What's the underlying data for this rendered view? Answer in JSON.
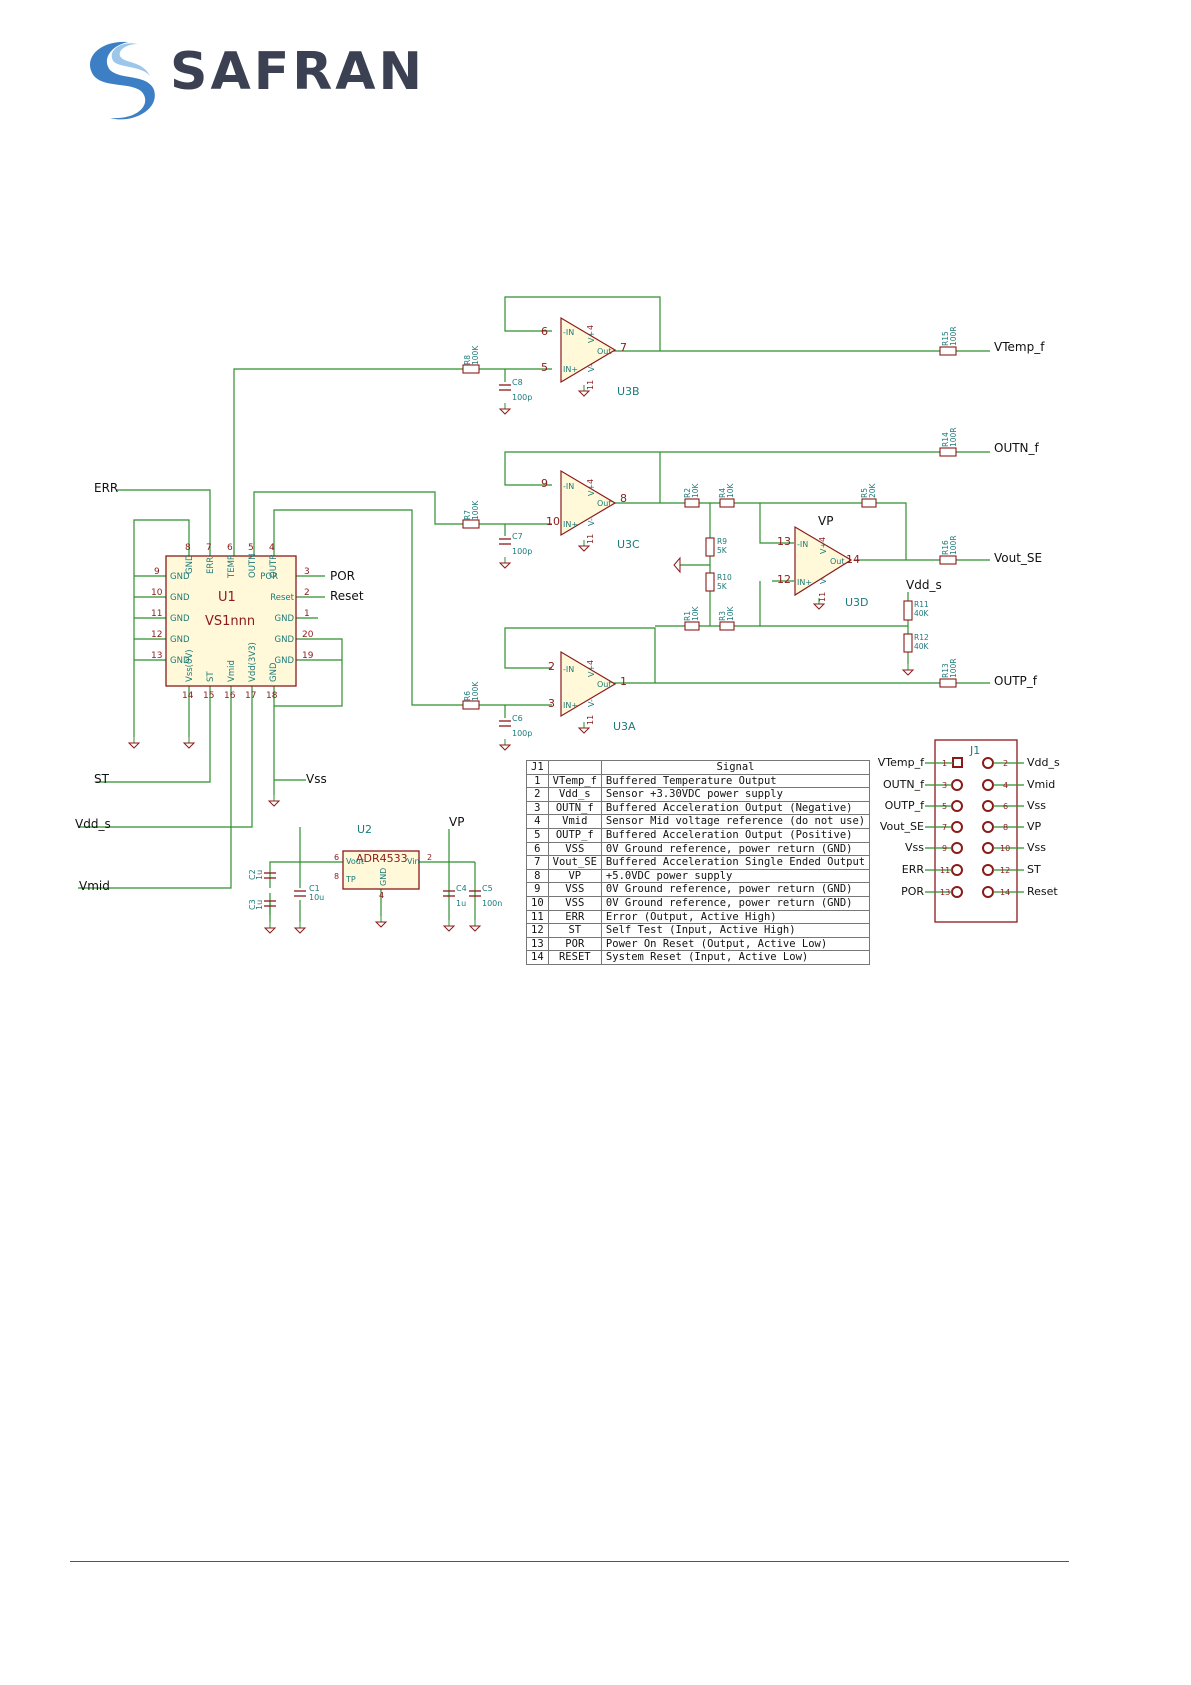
{
  "brand": {
    "name": "SAFRAN",
    "color": "#3b4152",
    "swoosh_color": "#3d7fc4"
  },
  "colors": {
    "wire": "#2f8f2f",
    "component": "#8b1a1a",
    "component_fill": "#fff9d9",
    "label_teal": "#1c7a7a",
    "text": "#111111"
  },
  "u1": {
    "ref": "U1",
    "value": "VS1nnn",
    "left_pins": [
      {
        "num": "9",
        "name": "GND"
      },
      {
        "num": "10",
        "name": "GND"
      },
      {
        "num": "11",
        "name": "GND"
      },
      {
        "num": "12",
        "name": "GND"
      },
      {
        "num": "13",
        "name": "GND"
      }
    ],
    "top_pins": [
      {
        "num": "8",
        "name": "GND"
      },
      {
        "num": "7",
        "name": "ERR"
      },
      {
        "num": "6",
        "name": "TEMP"
      },
      {
        "num": "5",
        "name": "OUTN"
      },
      {
        "num": "4",
        "name": "OUTP"
      }
    ],
    "right_pins": [
      {
        "num": "3",
        "name": "POR"
      },
      {
        "num": "2",
        "name": "Reset"
      },
      {
        "num": "1",
        "name": "GND"
      },
      {
        "num": "20",
        "name": "GND"
      },
      {
        "num": "19",
        "name": "GND"
      }
    ],
    "bottom_pins": [
      {
        "num": "14",
        "name": "Vss(0V)"
      },
      {
        "num": "15",
        "name": "ST"
      },
      {
        "num": "16",
        "name": "Vmid"
      },
      {
        "num": "17",
        "name": "Vdd(3V3)"
      },
      {
        "num": "18",
        "name": "GND"
      }
    ]
  },
  "u2": {
    "ref": "U2",
    "value": "ADR4533",
    "pins": {
      "vout": "Vout",
      "tp": "TP",
      "gnd": "GND",
      "vin": "Vin",
      "n6": "6",
      "n8": "8",
      "n4": "4",
      "n2": "2"
    }
  },
  "opamps": [
    {
      "ref": "U3B",
      "neg": "6",
      "pos": "5",
      "out": "7",
      "neg_label": "-IN",
      "pos_label": "IN+",
      "out_label": "Out",
      "vp": "V+",
      "vn": "V-",
      "vp_num": "4",
      "vn_num": "11"
    },
    {
      "ref": "U3C",
      "neg": "9",
      "pos": "10",
      "out": "8",
      "neg_label": "-IN",
      "pos_label": "IN+",
      "out_label": "Out",
      "vp": "V+",
      "vn": "V-",
      "vp_num": "4",
      "vn_num": "11"
    },
    {
      "ref": "U3A",
      "neg": "2",
      "pos": "3",
      "out": "1",
      "neg_label": "-IN",
      "pos_label": "IN+",
      "out_label": "Out",
      "vp": "V+",
      "vn": "V-",
      "vp_num": "4",
      "vn_num": "11"
    },
    {
      "ref": "U3D",
      "neg": "13",
      "pos": "12",
      "out": "14",
      "neg_label": "-IN",
      "pos_label": "IN+",
      "out_label": "Out",
      "vp": "V+",
      "vn": "V-",
      "vp_num": "4",
      "vn_num": "11"
    }
  ],
  "resistors": [
    {
      "ref": "R8",
      "val": "100K"
    },
    {
      "ref": "R7",
      "val": "100K"
    },
    {
      "ref": "R6",
      "val": "100K"
    },
    {
      "ref": "R15",
      "val": "100R"
    },
    {
      "ref": "R14",
      "val": "100R"
    },
    {
      "ref": "R16",
      "val": "100R"
    },
    {
      "ref": "R13",
      "val": "100R"
    },
    {
      "ref": "R2",
      "val": "10K"
    },
    {
      "ref": "R4",
      "val": "10K"
    },
    {
      "ref": "R5",
      "val": "20K"
    },
    {
      "ref": "R9",
      "val": "5K"
    },
    {
      "ref": "R10",
      "val": "5K"
    },
    {
      "ref": "R1",
      "val": "10K"
    },
    {
      "ref": "R3",
      "val": "10K"
    },
    {
      "ref": "R11",
      "val": "40K"
    },
    {
      "ref": "R12",
      "val": "40K"
    }
  ],
  "capacitors": [
    {
      "ref": "C8",
      "val": "100p"
    },
    {
      "ref": "C7",
      "val": "100p"
    },
    {
      "ref": "C6",
      "val": "100p"
    },
    {
      "ref": "C2",
      "val": "1u"
    },
    {
      "ref": "C3",
      "val": "1u"
    },
    {
      "ref": "C1",
      "val": "10u"
    },
    {
      "ref": "C4",
      "val": "1u"
    },
    {
      "ref": "C5",
      "val": "100n"
    }
  ],
  "nets": {
    "err": "ERR",
    "por": "POR",
    "reset": "Reset",
    "st": "ST",
    "vss": "Vss",
    "vdd_s": "Vdd_s",
    "vmid": "Vmid",
    "vp": "VP",
    "vtemp_f": "VTemp_f",
    "outn_f": "OUTN_f",
    "vout_se": "Vout_SE",
    "outp_f": "OUTP_f"
  },
  "j1": {
    "ref": "J1",
    "left": [
      {
        "net": "VTemp_f",
        "num": "1"
      },
      {
        "net": "OUTN_f",
        "num": "3"
      },
      {
        "net": "OUTP_f",
        "num": "5"
      },
      {
        "net": "Vout_SE",
        "num": "7"
      },
      {
        "net": "Vss",
        "num": "9"
      },
      {
        "net": "ERR",
        "num": "11"
      },
      {
        "net": "POR",
        "num": "13"
      }
    ],
    "right": [
      {
        "net": "Vdd_s",
        "num": "2"
      },
      {
        "net": "Vmid",
        "num": "4"
      },
      {
        "net": "Vss",
        "num": "6"
      },
      {
        "net": "VP",
        "num": "8"
      },
      {
        "net": "Vss",
        "num": "10"
      },
      {
        "net": "ST",
        "num": "12"
      },
      {
        "net": "Reset",
        "num": "14"
      }
    ]
  },
  "table": {
    "headers": [
      "J1",
      "",
      "Signal"
    ],
    "rows": [
      {
        "num": "1",
        "name": "VTemp_f",
        "desc": "Buffered Temperature Output"
      },
      {
        "num": "2",
        "name": "Vdd_s",
        "desc": "Sensor +3.30VDC power supply"
      },
      {
        "num": "3",
        "name": "OUTN_f",
        "desc": "Buffered Acceleration Output (Negative)"
      },
      {
        "num": "4",
        "name": "Vmid",
        "desc": "Sensor Mid voltage reference (do not use)"
      },
      {
        "num": "5",
        "name": "OUTP_f",
        "desc": "Buffered Acceleration Output (Positive)"
      },
      {
        "num": "6",
        "name": "VSS",
        "desc": "0V Ground reference, power return (GND)"
      },
      {
        "num": "7",
        "name": "Vout_SE",
        "desc": "Buffered Acceleration Single Ended Output"
      },
      {
        "num": "8",
        "name": "VP",
        "desc": "+5.0VDC power supply"
      },
      {
        "num": "9",
        "name": "VSS",
        "desc": "0V Ground reference, power return (GND)"
      },
      {
        "num": "10",
        "name": "VSS",
        "desc": "0V Ground reference, power return (GND)"
      },
      {
        "num": "11",
        "name": "ERR",
        "desc": "Error (Output, Active High)"
      },
      {
        "num": "12",
        "name": "ST",
        "desc": "Self Test (Input, Active High)"
      },
      {
        "num": "13",
        "name": "POR",
        "desc": "Power On Reset (Output, Active Low)"
      },
      {
        "num": "14",
        "name": "RESET",
        "desc": "System Reset (Input, Active Low)"
      }
    ]
  }
}
